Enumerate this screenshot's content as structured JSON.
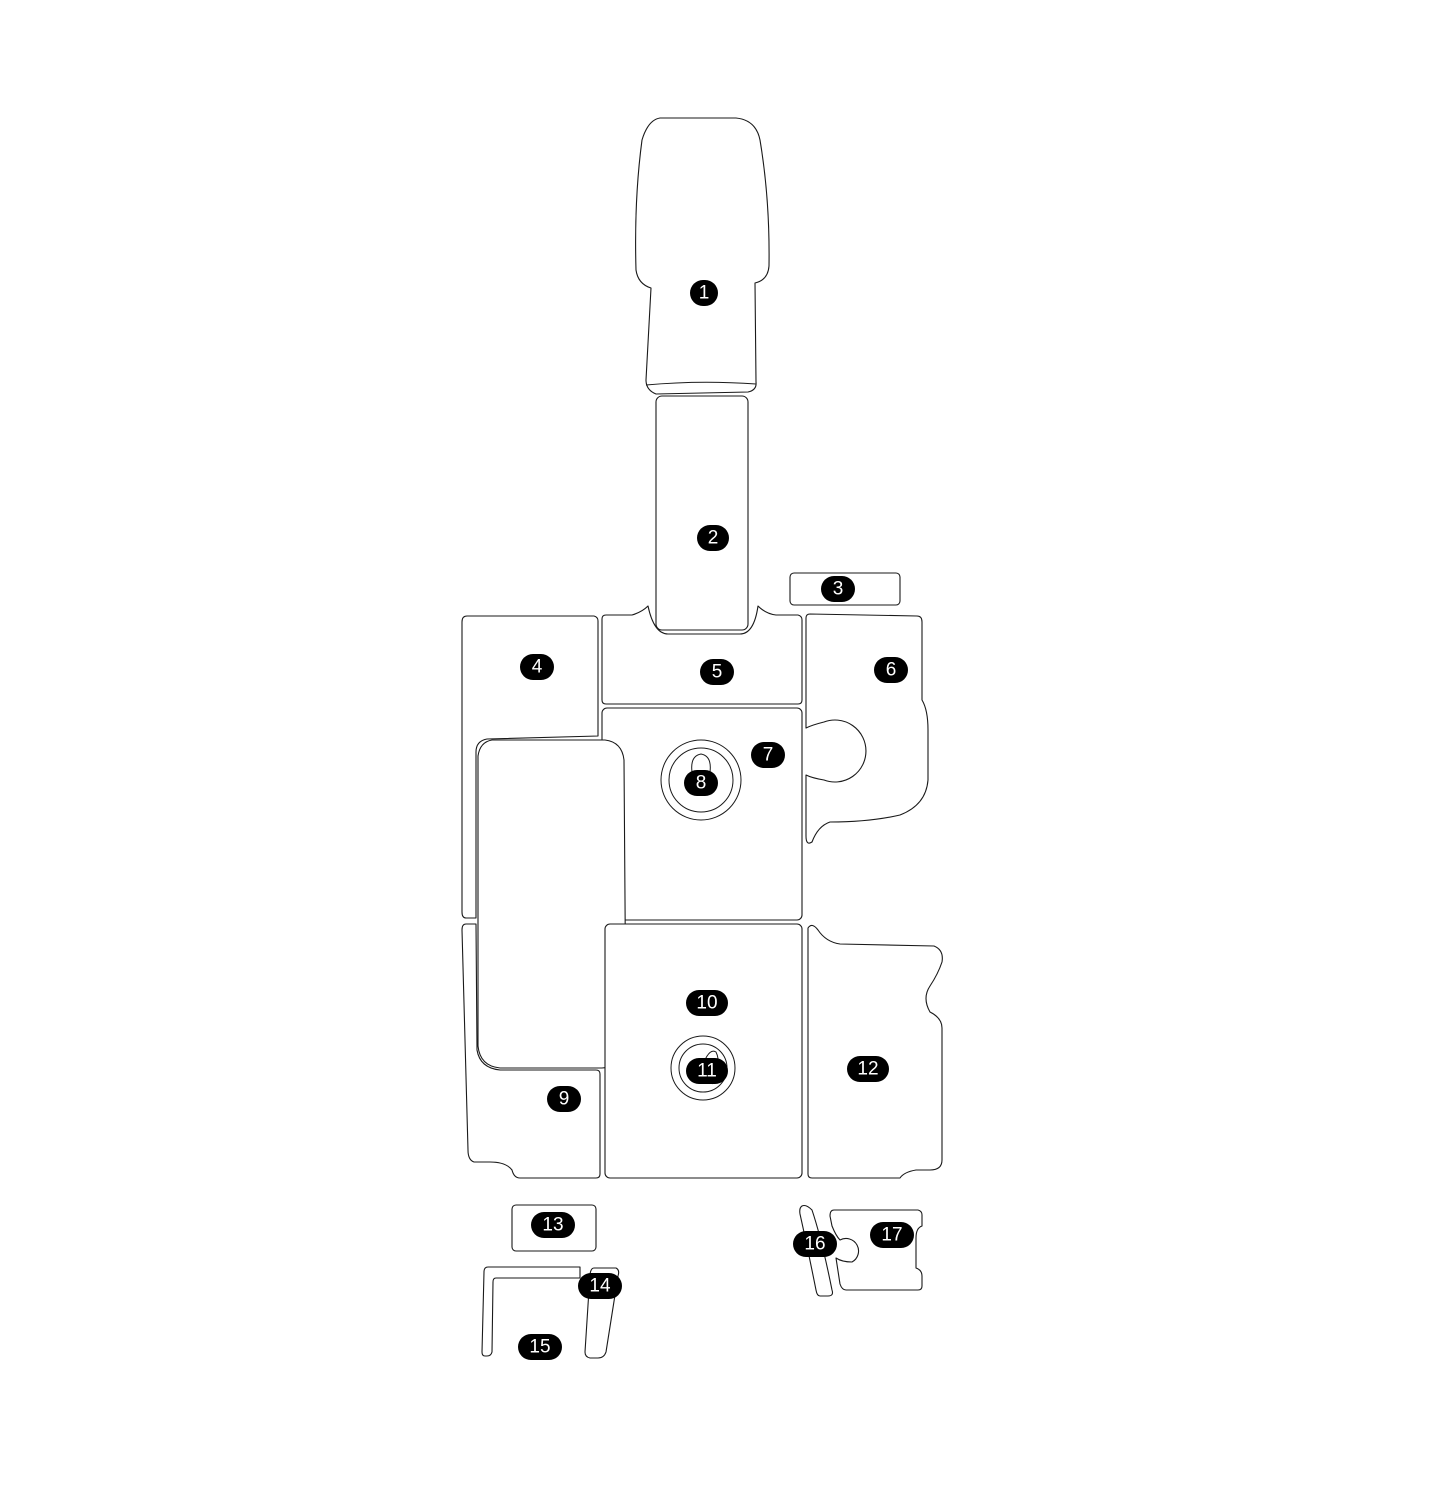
{
  "background_color": "#ffffff",
  "outline_color": "#1a1a1a",
  "badge_color": "#000000",
  "badge_text_color": "#ffffff",
  "parts": [
    {
      "id": "part-1",
      "label": "1"
    },
    {
      "id": "part-2",
      "label": "2"
    },
    {
      "id": "part-3",
      "label": "3"
    },
    {
      "id": "part-4",
      "label": "4"
    },
    {
      "id": "part-5",
      "label": "5"
    },
    {
      "id": "part-6",
      "label": "6"
    },
    {
      "id": "part-7",
      "label": "7"
    },
    {
      "id": "part-8",
      "label": "8"
    },
    {
      "id": "part-9",
      "label": "9"
    },
    {
      "id": "part-10",
      "label": "10"
    },
    {
      "id": "part-11",
      "label": "11"
    },
    {
      "id": "part-12",
      "label": "12"
    },
    {
      "id": "part-13",
      "label": "13"
    },
    {
      "id": "part-14",
      "label": "14"
    },
    {
      "id": "part-15",
      "label": "15"
    },
    {
      "id": "part-16",
      "label": "16"
    },
    {
      "id": "part-17",
      "label": "17"
    }
  ]
}
